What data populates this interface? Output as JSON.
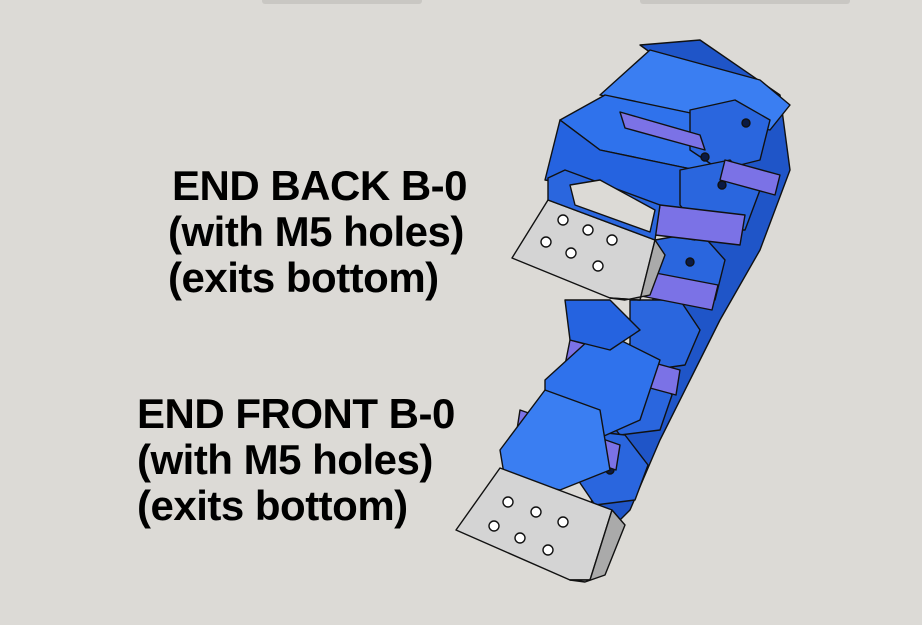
{
  "labels": {
    "back": {
      "line1": "END BACK B-0",
      "line2": "(with M5 holes)",
      "line3": "(exits bottom)"
    },
    "front": {
      "line1": "END FRONT B-0",
      "line2": "(with M5 holes)",
      "line3": "(exits bottom)"
    }
  },
  "colors": {
    "background": "#dcdad6",
    "chain_link": "#2e6fe8",
    "chain_link_dark": "#1c4fc0",
    "crossbar": "#7b72e6",
    "end_bracket": "#d4d4d4",
    "outline": "#111111"
  }
}
